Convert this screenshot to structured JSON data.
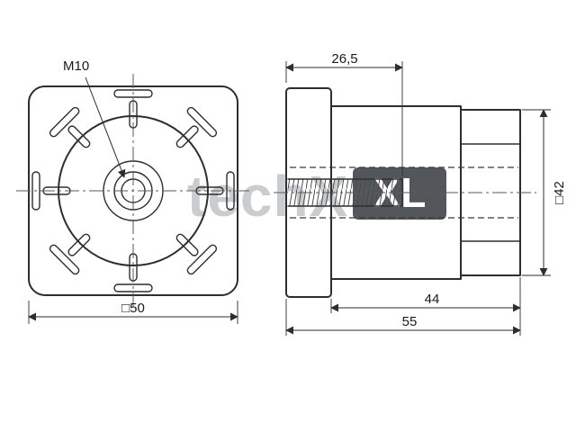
{
  "drawing": {
    "labels": {
      "thread": "M10",
      "front_width": "□50",
      "thread_depth": "26,5",
      "body_size": "□42",
      "body_length": "44",
      "total_length": "55"
    },
    "watermark": {
      "prefix": "techX",
      "boxed": "XL"
    },
    "colors": {
      "line": "#2e2e2e",
      "centerline": "#5a5a5a",
      "watermark_text": "#c9cdd0",
      "watermark_box": "#53575b",
      "background": "#ffffff"
    }
  }
}
